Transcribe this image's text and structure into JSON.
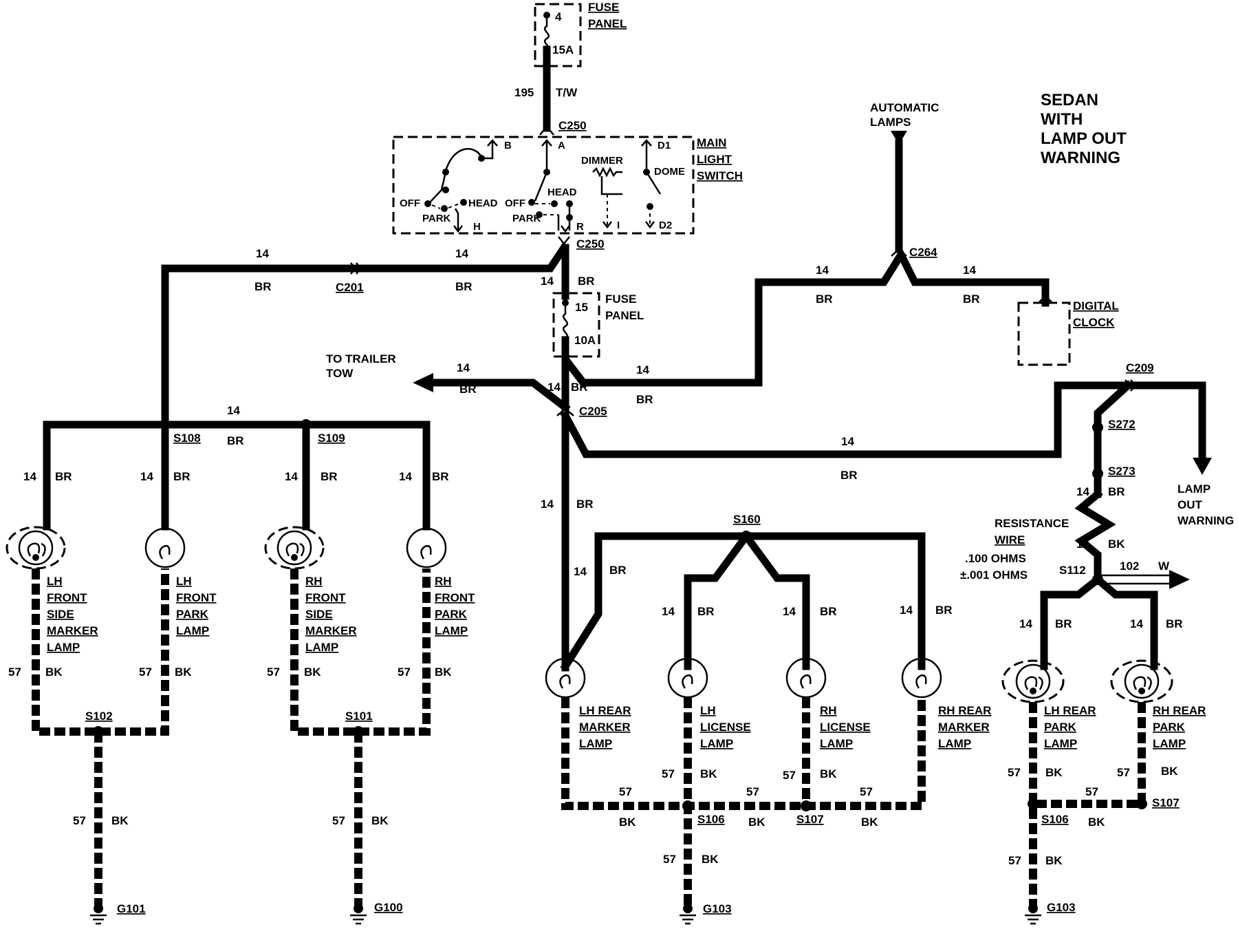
{
  "title": [
    "SEDAN",
    "WITH",
    "LAMP OUT",
    "WARNING"
  ],
  "fuse_top": {
    "label": [
      "FUSE",
      "PANEL"
    ],
    "number": "4",
    "rating": "15A"
  },
  "fuse_mid": {
    "label": [
      "FUSE",
      "PANEL"
    ],
    "number": "15",
    "rating": "10A"
  },
  "wire_top": {
    "gauge": "195",
    "color": "T/W"
  },
  "main_switch": {
    "label": [
      "MAIN",
      "LIGHT",
      "SWITCH"
    ],
    "positions": {
      "off1": "OFF",
      "park1": "PARK",
      "head1": "HEAD",
      "off2": "OFF",
      "park2": "PARK",
      "head2": "HEAD",
      "dimmer": "DIMMER",
      "dome": "DOME"
    },
    "terminals": {
      "b": "B",
      "a": "A",
      "d1": "D1",
      "h": "H",
      "r": "R",
      "i": "I",
      "d2": "D2"
    }
  },
  "connectors": {
    "c250": "C250",
    "c201": "C201",
    "c205": "C205",
    "c264": "C264",
    "c209": "C209"
  },
  "splices": {
    "s108": "S108",
    "s109": "S109",
    "s102": "S102",
    "s101": "S101",
    "s160": "S160",
    "s106": "S106",
    "s107": "S107",
    "s272": "S272",
    "s273": "S273",
    "s112": "S112"
  },
  "grounds": {
    "g101": "G101",
    "g100": "G100",
    "g103": "G103"
  },
  "wire": {
    "g14": "14",
    "br": "BR",
    "g57": "57",
    "bk": "BK",
    "g102": "102",
    "w": "W"
  },
  "automatic_lamps": [
    "AUTOMATIC",
    "LAMPS"
  ],
  "digital_clock": [
    "DIGITAL",
    "CLOCK"
  ],
  "trailer_tow": [
    "TO TRAILER",
    "TOW"
  ],
  "lamp_out_warning": [
    "LAMP",
    "OUT",
    "WARNING"
  ],
  "resistance_wire": [
    "RESISTANCE",
    "WIRE",
    ".100 OHMS",
    "±.001 OHMS"
  ],
  "lamps": {
    "lh_front_side": [
      "LH",
      "FRONT",
      "SIDE",
      "MARKER",
      "LAMP"
    ],
    "lh_front_park": [
      "LH",
      "FRONT",
      "PARK",
      "LAMP"
    ],
    "rh_front_side": [
      "RH",
      "FRONT",
      "SIDE",
      "MARKER",
      "LAMP"
    ],
    "rh_front_park": [
      "RH",
      "FRONT",
      "PARK",
      "LAMP"
    ],
    "lh_rear_marker": [
      "LH REAR",
      "MARKER",
      "LAMP"
    ],
    "lh_license": [
      "LH",
      "LICENSE",
      "LAMP"
    ],
    "rh_license": [
      "RH",
      "LICENSE",
      "LAMP"
    ],
    "rh_rear_marker": [
      "RH REAR",
      "MARKER",
      "LAMP"
    ],
    "lh_rear_park": [
      "LH REAR",
      "PARK",
      "LAMP"
    ],
    "rh_rear_park": [
      "RH REAR",
      "PARK",
      "LAMP"
    ]
  }
}
